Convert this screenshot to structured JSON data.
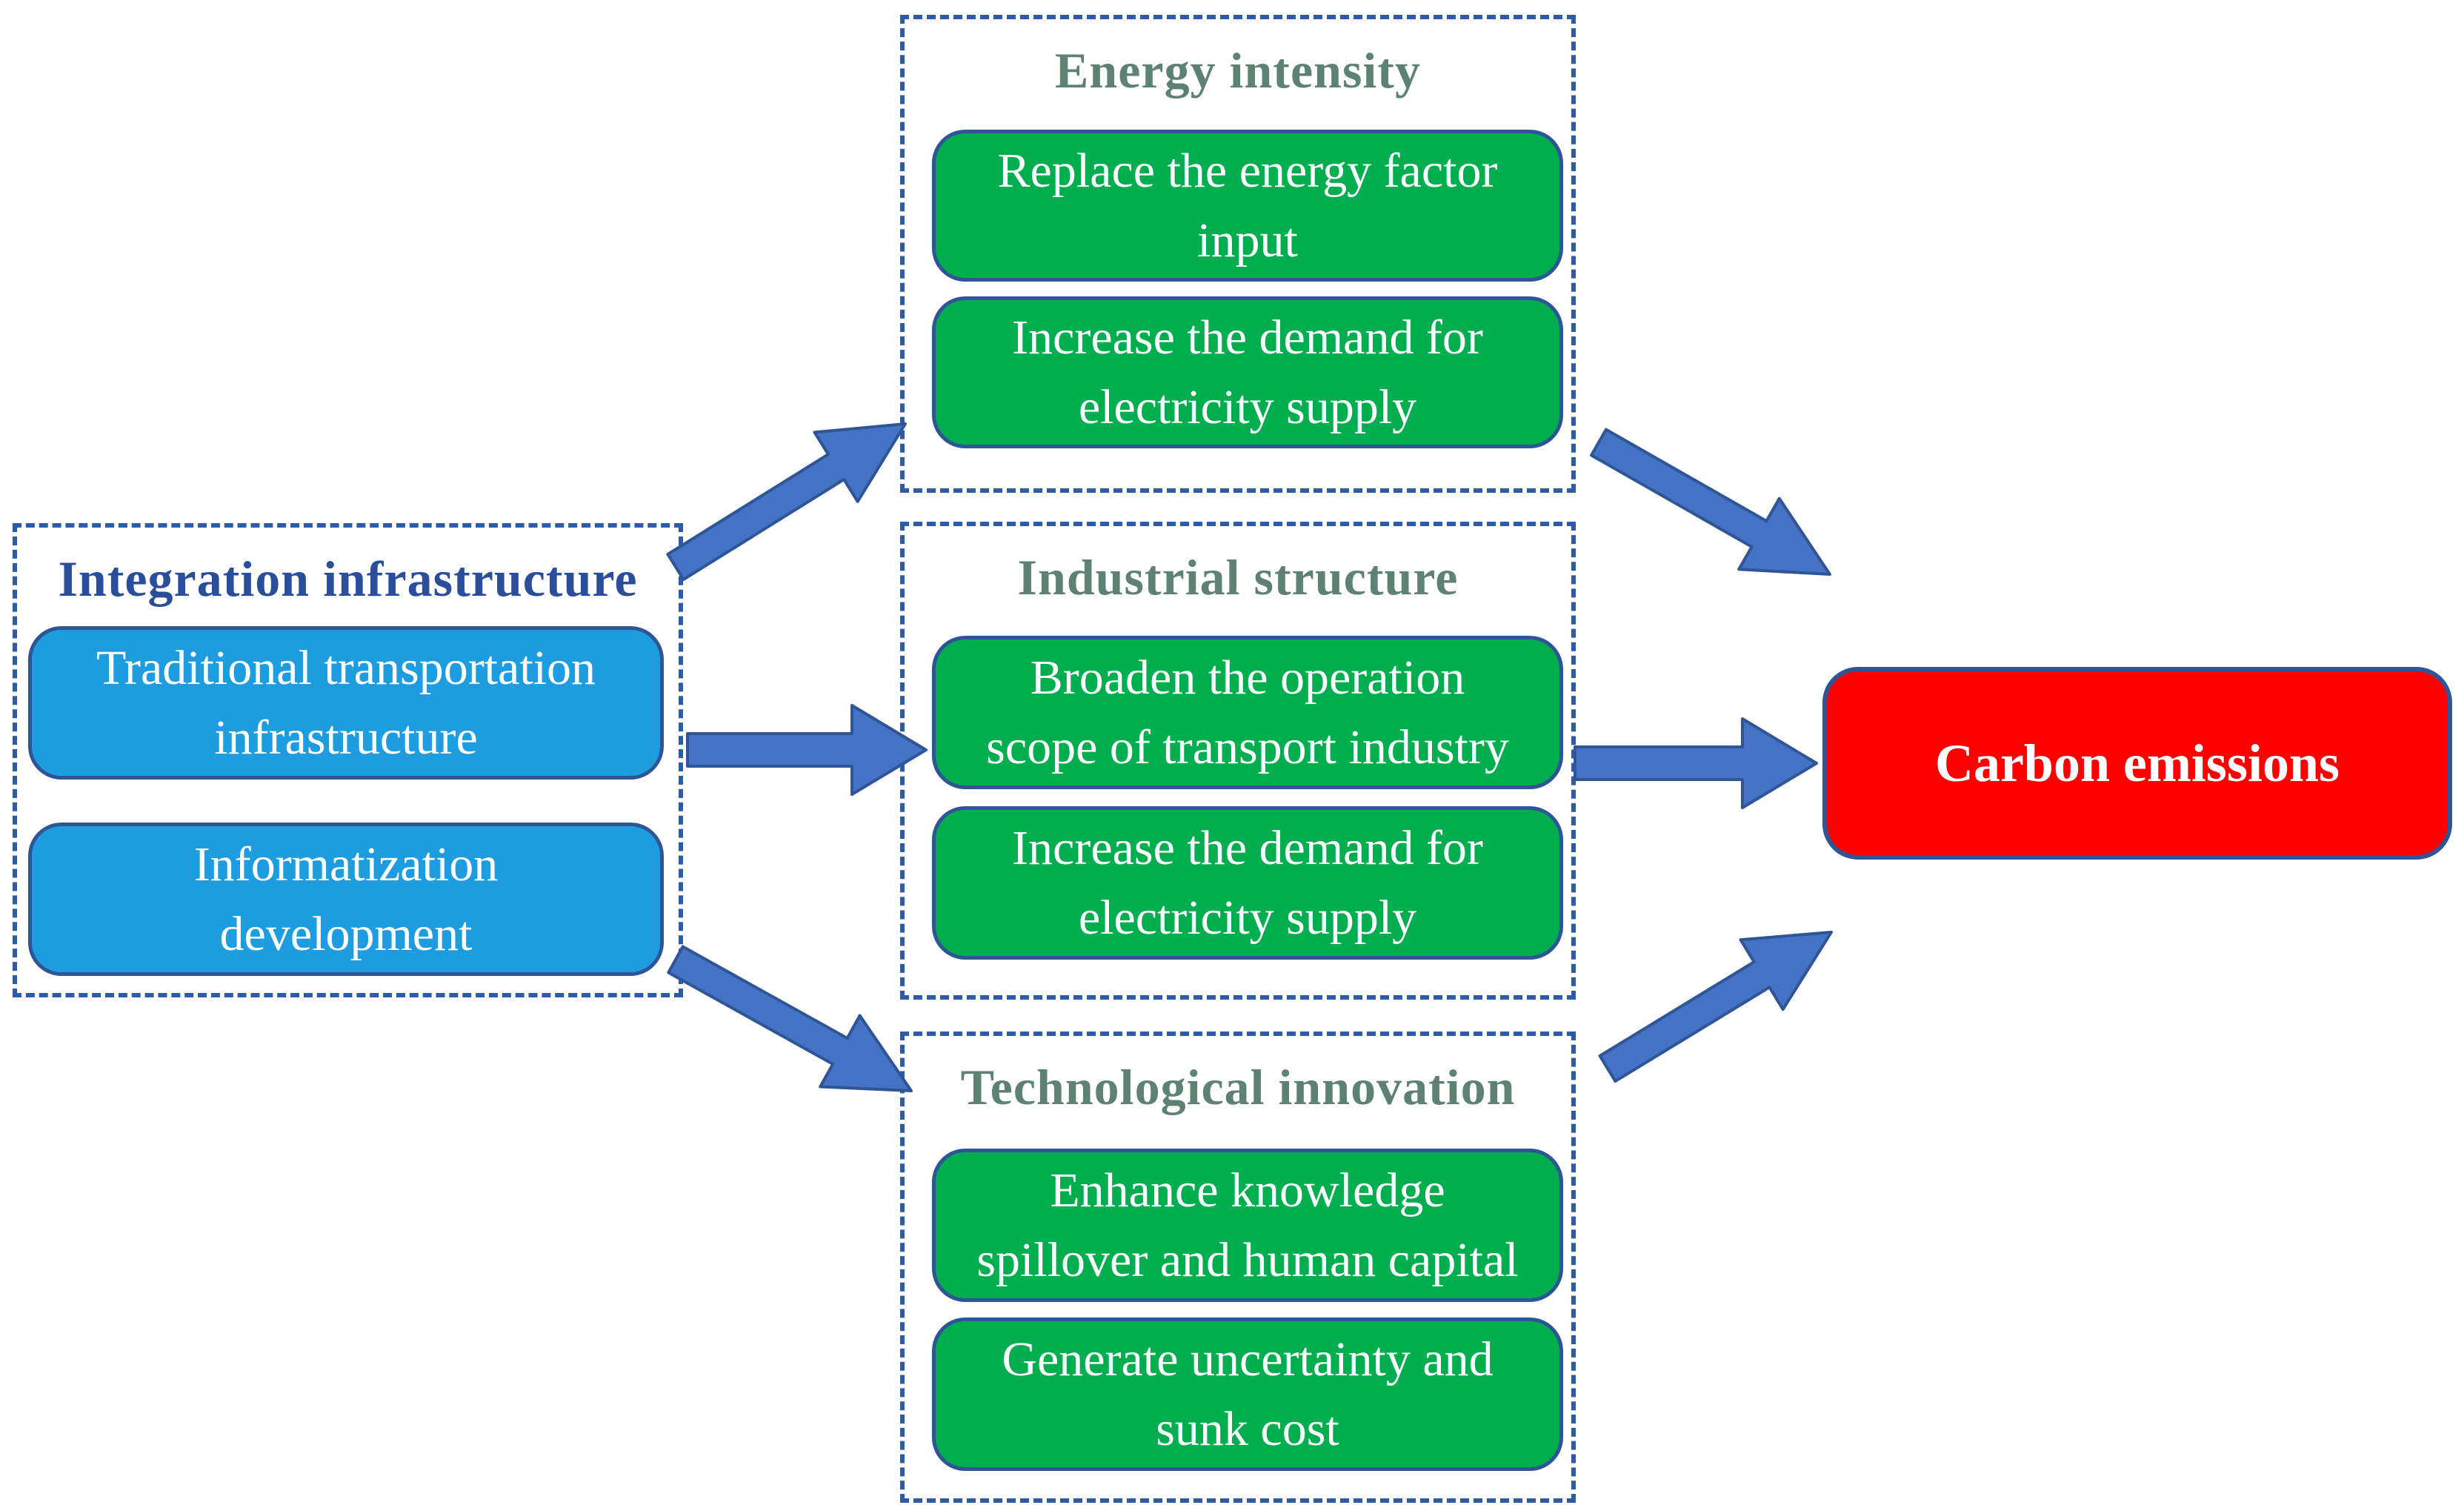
{
  "colors": {
    "dash_blue": "#2e5ba8",
    "navy_title": "#2a4e9b",
    "sage_title": "#5d8272",
    "azure_fill": "#1d9ce0",
    "green_fill": "#00ad4f",
    "red_fill": "#fe0000",
    "box_border": "#2f5597",
    "arrow_fill": "#4472c4",
    "arrow_stroke": "#2f5597"
  },
  "left_group": {
    "title": "Integration infrastructure",
    "items": [
      {
        "lines": [
          "Traditional transportation",
          "infrastructure"
        ]
      },
      {
        "lines": [
          "Informatization",
          "development"
        ]
      }
    ]
  },
  "mechanisms": [
    {
      "title": "Energy intensity",
      "items": [
        {
          "lines": [
            "Replace the energy factor",
            "input"
          ]
        },
        {
          "lines": [
            "Increase the demand for",
            "electricity supply"
          ]
        }
      ]
    },
    {
      "title": "Industrial structure",
      "items": [
        {
          "lines": [
            "Broaden the operation",
            "scope of transport industry"
          ]
        },
        {
          "lines": [
            "Increase the demand for",
            "electricity supply"
          ]
        }
      ]
    },
    {
      "title": "Technological innovation",
      "items": [
        {
          "lines": [
            "Enhance knowledge",
            "spillover and human capital"
          ]
        },
        {
          "lines": [
            "Generate uncertainty and",
            "sunk cost"
          ]
        }
      ]
    }
  ],
  "outcome": {
    "label": "Carbon emissions"
  }
}
